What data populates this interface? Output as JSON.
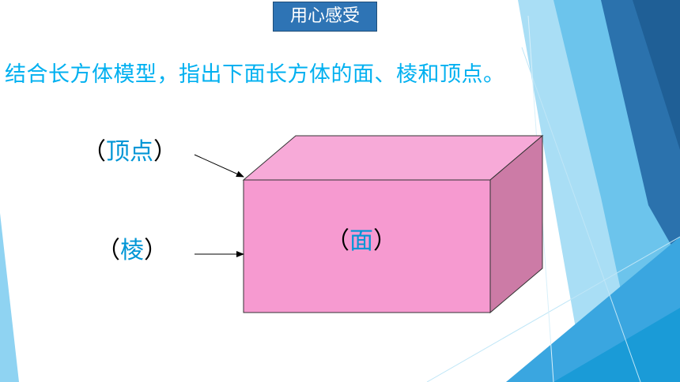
{
  "slide": {
    "title": "用心感受",
    "instruction": "结合长方体模型，指出下面长方体的面、棱和顶点。"
  },
  "callouts": {
    "vertex": {
      "open": "（",
      "word": "顶点",
      "close": "）"
    },
    "edge": {
      "open": "（",
      "word": "棱",
      "close": "）"
    },
    "face": {
      "open": "（",
      "word": "面",
      "close": "）"
    }
  },
  "colors": {
    "title_bg": "#2e74b5",
    "instruction_text": "#00b0f0",
    "label_word": "#0096d6",
    "box_front": "#f69ad0",
    "box_top": "#f7aad8",
    "box_side": "#cc7ba6",
    "decor_blue_dark": "#1f6fb0",
    "decor_blue_light": "#6cc4ec"
  }
}
